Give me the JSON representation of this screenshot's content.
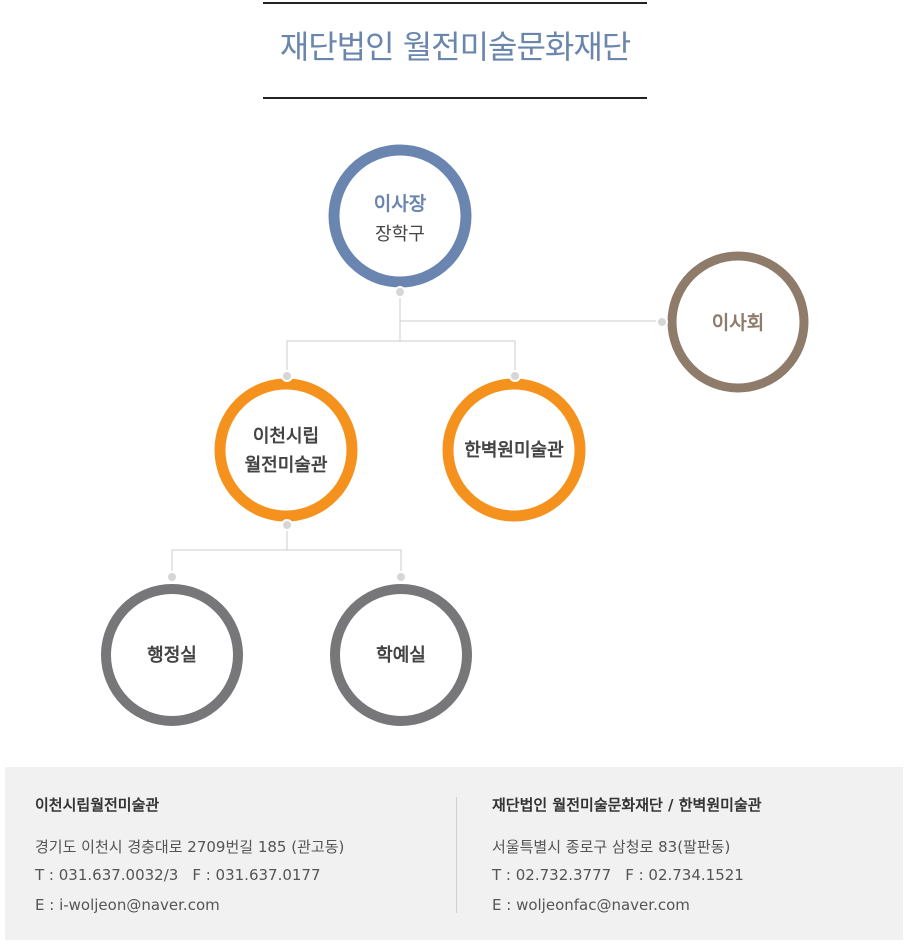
{
  "header": {
    "title": "재단법인 월전미술문화재단"
  },
  "org_chart": {
    "chairman": {
      "role": "이사장",
      "name": "장학구",
      "color": "#6a86b0"
    },
    "board": {
      "label": "이사회",
      "color": "#8e7b6a"
    },
    "museums": [
      {
        "line1": "이천시립",
        "line2": "월전미술관",
        "color": "#f5921e"
      },
      {
        "label": "한벽원미술관",
        "color": "#f5921e"
      }
    ],
    "departments": [
      {
        "label": "행정실",
        "color": "#77777a"
      },
      {
        "label": "학예실",
        "color": "#77777a"
      }
    ],
    "connector_color": "#cccccc",
    "dot_color": "#d6d6d6"
  },
  "footer": {
    "left": {
      "name": "이천시립월전미술관",
      "address": "경기도 이천시 경충대로 2709번길 185 (관고동)",
      "tel": "T : 031.637.0032/3",
      "fax": "F : 031.637.0177",
      "email": "E : i-woljeon@naver.com"
    },
    "right": {
      "name": "재단법인 월전미술문화재단 / 한벽원미술관",
      "address": "서울특별시 종로구 삼청로 83(팔판동)",
      "tel": "T : 02.732.3777",
      "fax": "F : 02.734.1521",
      "email": "E : woljeonfac@naver.com"
    }
  }
}
